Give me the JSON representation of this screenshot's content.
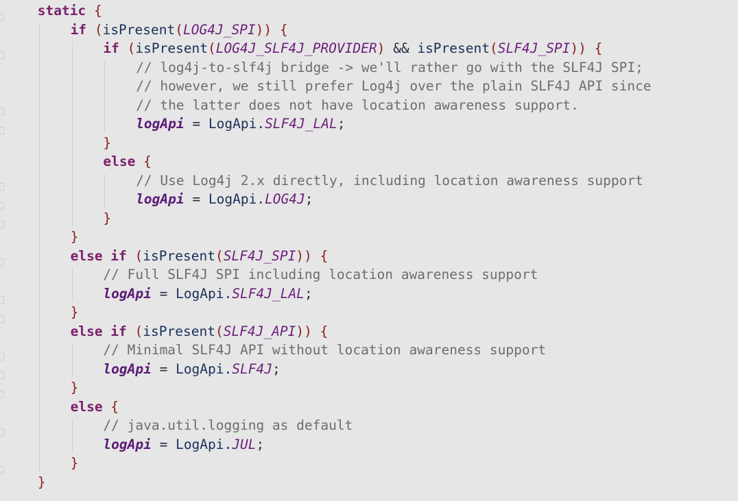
{
  "editor": {
    "language": "java",
    "colors": {
      "background": "#e6e6e6",
      "keyword": "#7a1f6a",
      "brace": "#8a1c1c",
      "constant": "#6b1f7a",
      "variable": "#5a1a76",
      "comment": "#6d6d6d",
      "text": "#1f2d3d"
    },
    "lines": [
      {
        "indent": 1,
        "tokens": [
          {
            "k": "kw",
            "t": "static"
          },
          {
            "k": "op",
            "t": " "
          },
          {
            "k": "br",
            "t": "{"
          }
        ]
      },
      {
        "indent": 2,
        "tokens": [
          {
            "k": "kw",
            "t": "if"
          },
          {
            "k": "op",
            "t": " "
          },
          {
            "k": "br",
            "t": "("
          },
          {
            "k": "fn",
            "t": "isPresent"
          },
          {
            "k": "br",
            "t": "("
          },
          {
            "k": "const",
            "t": "LOG4J_SPI"
          },
          {
            "k": "br",
            "t": "))"
          },
          {
            "k": "op",
            "t": " "
          },
          {
            "k": "br",
            "t": "{"
          }
        ]
      },
      {
        "indent": 3,
        "tokens": [
          {
            "k": "kw",
            "t": "if"
          },
          {
            "k": "op",
            "t": " "
          },
          {
            "k": "br",
            "t": "("
          },
          {
            "k": "fn",
            "t": "isPresent"
          },
          {
            "k": "br",
            "t": "("
          },
          {
            "k": "const",
            "t": "LOG4J_SLF4J_PROVIDER"
          },
          {
            "k": "br",
            "t": ")"
          },
          {
            "k": "op",
            "t": " && "
          },
          {
            "k": "fn",
            "t": "isPresent"
          },
          {
            "k": "br",
            "t": "("
          },
          {
            "k": "const",
            "t": "SLF4J_SPI"
          },
          {
            "k": "br",
            "t": "))"
          },
          {
            "k": "op",
            "t": " "
          },
          {
            "k": "br",
            "t": "{"
          }
        ]
      },
      {
        "indent": 4,
        "tokens": [
          {
            "k": "cmt",
            "t": "// log4j-to-slf4j bridge -> we'll rather go with the SLF4J SPI;"
          }
        ]
      },
      {
        "indent": 4,
        "tokens": [
          {
            "k": "cmt",
            "t": "// however, we still prefer Log4j over the plain SLF4J API since"
          }
        ]
      },
      {
        "indent": 4,
        "tokens": [
          {
            "k": "cmt",
            "t": "// the latter does not have location awareness support."
          }
        ]
      },
      {
        "indent": 4,
        "tokens": [
          {
            "k": "var",
            "t": "logApi"
          },
          {
            "k": "op",
            "t": " = "
          },
          {
            "k": "cls",
            "t": "LogApi."
          },
          {
            "k": "const",
            "t": "SLF4J_LAL"
          },
          {
            "k": "op",
            "t": ";"
          }
        ]
      },
      {
        "indent": 3,
        "tokens": [
          {
            "k": "br",
            "t": "}"
          }
        ]
      },
      {
        "indent": 3,
        "tokens": [
          {
            "k": "kw",
            "t": "else"
          },
          {
            "k": "op",
            "t": " "
          },
          {
            "k": "br",
            "t": "{"
          }
        ]
      },
      {
        "indent": 4,
        "tokens": [
          {
            "k": "cmt",
            "t": "// Use Log4j 2.x directly, including location awareness support"
          }
        ]
      },
      {
        "indent": 4,
        "tokens": [
          {
            "k": "var",
            "t": "logApi"
          },
          {
            "k": "op",
            "t": " = "
          },
          {
            "k": "cls",
            "t": "LogApi."
          },
          {
            "k": "const",
            "t": "LOG4J"
          },
          {
            "k": "op",
            "t": ";"
          }
        ]
      },
      {
        "indent": 3,
        "tokens": [
          {
            "k": "br",
            "t": "}"
          }
        ]
      },
      {
        "indent": 2,
        "tokens": [
          {
            "k": "br",
            "t": "}"
          }
        ]
      },
      {
        "indent": 2,
        "tokens": [
          {
            "k": "kw",
            "t": "else if"
          },
          {
            "k": "op",
            "t": " "
          },
          {
            "k": "br",
            "t": "("
          },
          {
            "k": "fn",
            "t": "isPresent"
          },
          {
            "k": "br",
            "t": "("
          },
          {
            "k": "const",
            "t": "SLF4J_SPI"
          },
          {
            "k": "br",
            "t": "))"
          },
          {
            "k": "op",
            "t": " "
          },
          {
            "k": "br",
            "t": "{"
          }
        ]
      },
      {
        "indent": 3,
        "tokens": [
          {
            "k": "cmt",
            "t": "// Full SLF4J SPI including location awareness support"
          }
        ]
      },
      {
        "indent": 3,
        "tokens": [
          {
            "k": "var",
            "t": "logApi"
          },
          {
            "k": "op",
            "t": " = "
          },
          {
            "k": "cls",
            "t": "LogApi."
          },
          {
            "k": "const",
            "t": "SLF4J_LAL"
          },
          {
            "k": "op",
            "t": ";"
          }
        ]
      },
      {
        "indent": 2,
        "tokens": [
          {
            "k": "br",
            "t": "}"
          }
        ]
      },
      {
        "indent": 2,
        "tokens": [
          {
            "k": "kw",
            "t": "else if"
          },
          {
            "k": "op",
            "t": " "
          },
          {
            "k": "br",
            "t": "("
          },
          {
            "k": "fn",
            "t": "isPresent"
          },
          {
            "k": "br",
            "t": "("
          },
          {
            "k": "const",
            "t": "SLF4J_API"
          },
          {
            "k": "br",
            "t": "))"
          },
          {
            "k": "op",
            "t": " "
          },
          {
            "k": "br",
            "t": "{"
          }
        ]
      },
      {
        "indent": 3,
        "tokens": [
          {
            "k": "cmt",
            "t": "// Minimal SLF4J API without location awareness support"
          }
        ]
      },
      {
        "indent": 3,
        "tokens": [
          {
            "k": "var",
            "t": "logApi"
          },
          {
            "k": "op",
            "t": " = "
          },
          {
            "k": "cls",
            "t": "LogApi."
          },
          {
            "k": "const",
            "t": "SLF4J"
          },
          {
            "k": "op",
            "t": ";"
          }
        ]
      },
      {
        "indent": 2,
        "tokens": [
          {
            "k": "br",
            "t": "}"
          }
        ]
      },
      {
        "indent": 2,
        "tokens": [
          {
            "k": "kw",
            "t": "else"
          },
          {
            "k": "op",
            "t": " "
          },
          {
            "k": "br",
            "t": "{"
          }
        ]
      },
      {
        "indent": 3,
        "tokens": [
          {
            "k": "cmt",
            "t": "// java.util.logging as default"
          }
        ]
      },
      {
        "indent": 3,
        "tokens": [
          {
            "k": "var",
            "t": "logApi"
          },
          {
            "k": "op",
            "t": " = "
          },
          {
            "k": "cls",
            "t": "LogApi."
          },
          {
            "k": "const",
            "t": "JUL"
          },
          {
            "k": "op",
            "t": ";"
          }
        ]
      },
      {
        "indent": 2,
        "tokens": [
          {
            "k": "br",
            "t": "}"
          }
        ]
      },
      {
        "indent": 1,
        "tokens": [
          {
            "k": "br",
            "t": "}"
          }
        ]
      }
    ]
  }
}
